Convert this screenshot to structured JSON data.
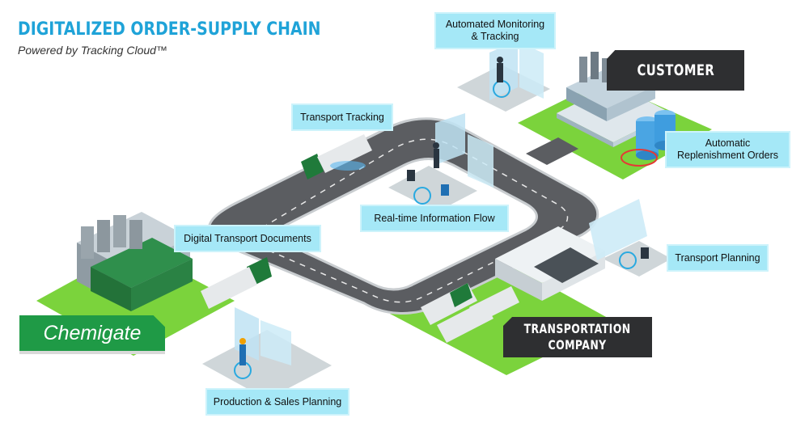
{
  "header": {
    "title": "DIGITALIZED ORDER-SUPPLY CHAIN",
    "subtitle": "Powered by Tracking Cloud™"
  },
  "nodes": {
    "customer": "CUSTOMER",
    "transportation_company": "TRANSPORTATION\nCOMPANY",
    "chemigate": "Chemigate"
  },
  "callouts": {
    "automated_monitoring": "Automated Monitoring\n& Tracking",
    "transport_tracking": "Transport Tracking",
    "automatic_replenishment": "Automatic\nReplenishment Orders",
    "realtime_information": "Real-time Information Flow",
    "digital_transport_documents": "Digital Transport Documents",
    "transport_planning": "Transport Planning",
    "production_sales_planning": "Production & Sales Planning"
  },
  "colors": {
    "title_blue": "#1fa3d8",
    "callout_bg": "#a5e8f7",
    "road": "#5b5d61",
    "grass": "#7bd33c",
    "chemigate_green": "#1f9a46",
    "dark_tag": "#2e2f31"
  }
}
